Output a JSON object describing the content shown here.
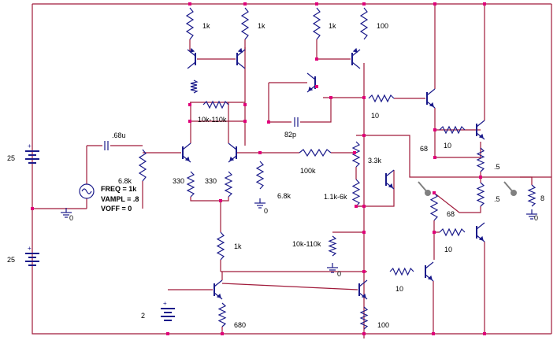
{
  "schematic": {
    "colors": {
      "wire": "#a01a3a",
      "component": "#1a1a8a",
      "node": "#e0007a",
      "text": "#000000",
      "probe": "#808080",
      "background": "#ffffff"
    },
    "supplies": {
      "upper_voltage": "25",
      "lower_voltage": "25",
      "bias_voltage": "2"
    },
    "signal_source": {
      "freq": "FREQ = 1k",
      "vampl": "VAMPL = .8",
      "voff": "VOFF = 0"
    },
    "labels": {
      "input_cap": ".68u",
      "input_res": "6.8k",
      "emitter_res_left": "330",
      "emitter_res_right": "330",
      "tail_res": "1k",
      "degen_pot": "10k-110k",
      "mirror_top_left": "1k",
      "mirror_top_right": "1k",
      "vas_top_1k": "1k",
      "vas_top_100": "100",
      "comp_cap": "82p",
      "feedback_res": "100k",
      "feedback_shunt": "6.8k",
      "bias_res_upper": "3.3k",
      "bias_res_lower": "1.1k-6k",
      "lower_pot": "10k-110k",
      "driver_res_top": "10",
      "driver_res_bottom": "10",
      "base_res_top": "68",
      "base_res_bottom": "68",
      "out_base_top": "10",
      "out_base_bottom": "10",
      "emitter_top": ".5",
      "emitter_bottom": ".5",
      "load": "8",
      "current_src_res": "680",
      "bottom_100": "100",
      "ground_input": "0",
      "ground_feedback": "0",
      "ground_pot": "0",
      "ground_load": "0"
    }
  }
}
